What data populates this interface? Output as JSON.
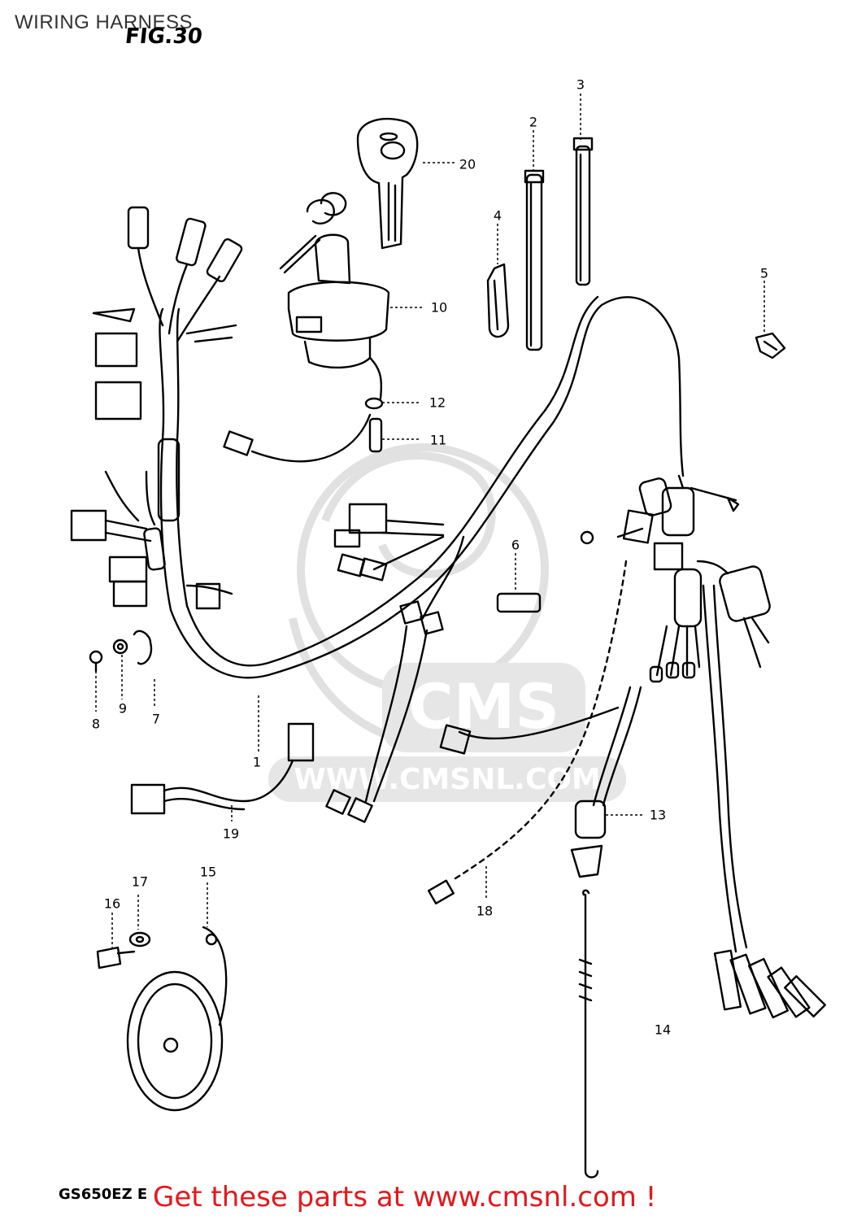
{
  "header": {
    "title": "WIRING HARNESS",
    "figure": "FIG.30"
  },
  "footer": {
    "model_code": "GS650EZ E",
    "cta_text": "Get these parts at www.cmsnl.com !",
    "cta_color": "#e8161b"
  },
  "watermark": {
    "logo_text": "CMS",
    "url_text": "WWW.CMSNL.COM",
    "color": "#d9d9d9"
  },
  "callouts": [
    {
      "id": "1",
      "label": "1"
    },
    {
      "id": "2",
      "label": "2"
    },
    {
      "id": "3",
      "label": "3"
    },
    {
      "id": "4",
      "label": "4"
    },
    {
      "id": "5",
      "label": "5"
    },
    {
      "id": "6",
      "label": "6"
    },
    {
      "id": "7",
      "label": "7"
    },
    {
      "id": "8",
      "label": "8"
    },
    {
      "id": "9",
      "label": "9"
    },
    {
      "id": "10",
      "label": "10"
    },
    {
      "id": "11",
      "label": "11"
    },
    {
      "id": "12",
      "label": "12"
    },
    {
      "id": "13",
      "label": "13"
    },
    {
      "id": "14",
      "label": "14"
    },
    {
      "id": "15",
      "label": "15"
    },
    {
      "id": "16",
      "label": "16"
    },
    {
      "id": "17",
      "label": "17"
    },
    {
      "id": "18",
      "label": "18"
    },
    {
      "id": "19",
      "label": "19"
    },
    {
      "id": "20",
      "label": "20"
    }
  ]
}
